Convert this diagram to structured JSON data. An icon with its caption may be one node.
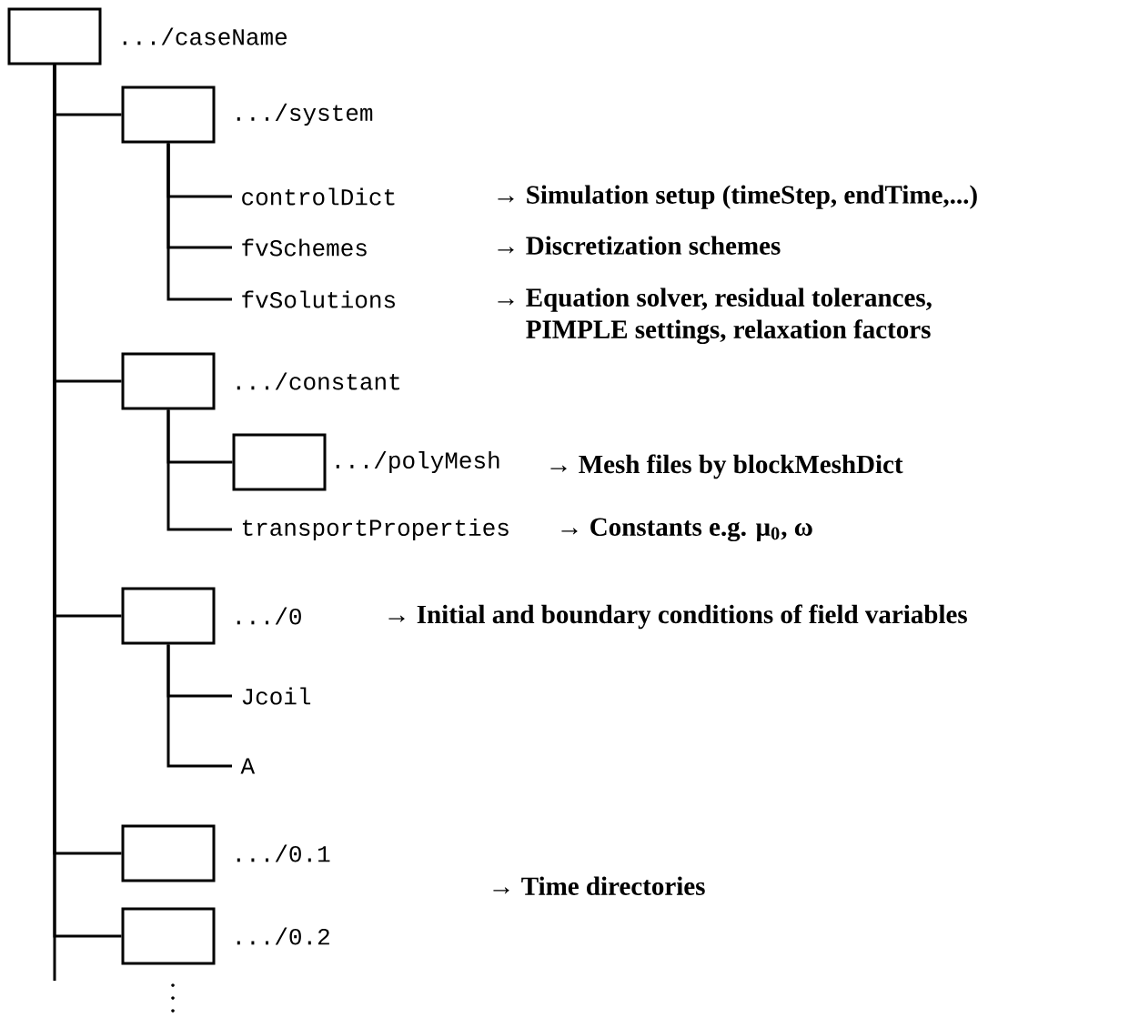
{
  "diagram": {
    "nodes": [
      {
        "text": [
          ".../caseName"
        ]
      },
      {
        "text": [
          ".../system"
        ]
      },
      {
        "text": [
          "controlDict"
        ],
        "beside": [
          "→ Simulation setup (timeStep, endTime,...)"
        ]
      },
      {
        "text": [
          "fvSchemes"
        ],
        "beside": [
          "→ Discretization schemes"
        ]
      },
      {
        "text": [
          "fvSolutions"
        ],
        "beside": [
          "→ Equation solver, residual tolerances, PIMPLE settings, relaxation factors"
        ]
      },
      {
        "text": [
          ".../constant"
        ]
      },
      {
        "text": [
          ".../polyMesh"
        ]
      },
      {
        "text": [
          "transportProperties"
        ],
        "beside": [
          "→ Constants e.g. μ$_{0}$, ω"
        ]
      },
      {
        "text": [
          ".../0"
        ]
      },
      {
        "text": [
          "Jcoil"
        ]
      },
      {
        "text": [
          "A"
        ]
      },
      {
        "text": [
          ".../0.1"
        ]
      },
      {
        "text": [
          ".../0.2"
        ]
      }
    ],
    "edges": [
      {
        "from": 0,
        "to": 1,
        "arrow": "none"
      },
      {
        "from": 1,
        "to": 2,
        "arrow": "none"
      },
      {
        "from": 1,
        "to": 3,
        "arrow": "none"
      },
      {
        "from": 1,
        "to": 4,
        "arrow": "none"
      },
      {
        "from": 0,
        "to": 5,
        "arrow": "none"
      },
      {
        "from": 5,
        "to": 6,
        "arrow": "none"
      },
      {
        "from": 5,
        "to": 7,
        "arrow": "none"
      },
      {
        "from": 0,
        "to": 8,
        "arrow": "none"
      },
      {
        "from": 8,
        "to": 9,
        "arrow": "none"
      },
      {
        "from": 8,
        "to": 10,
        "arrow": "none"
      },
      {
        "from": 0,
        "to": 11,
        "arrow": "none"
      },
      {
        "from": 0,
        "to": 12,
        "arrow": "none"
      },
      {
        "from": 0,
        "to": null,
        "arrow": "none"
      }
    ],
    "labels": [
      "→ Mesh files by blockMeshDict",
      "→ Initial and boundary conditions of field variables",
      "→ Time directories"
    ]
  }
}
